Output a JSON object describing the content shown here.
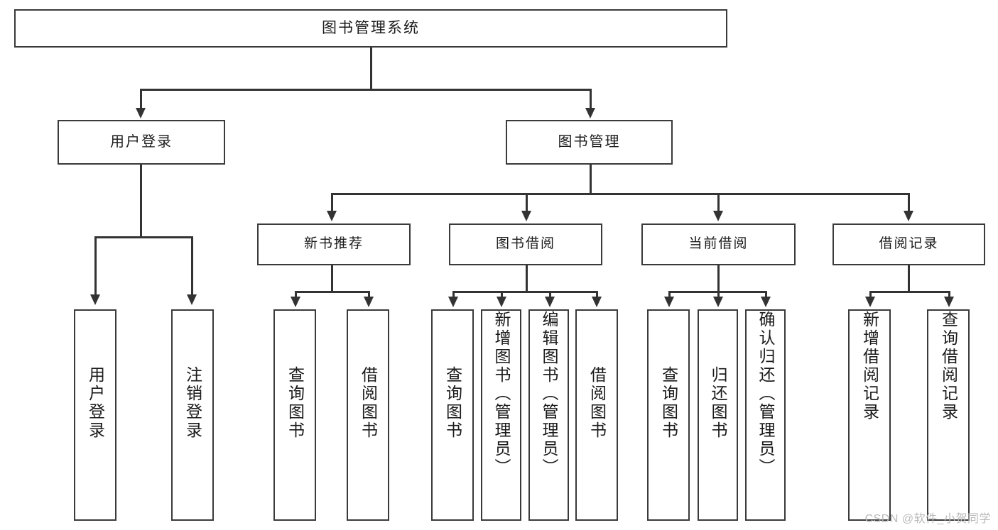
{
  "diagram": {
    "title": "图书管理系统",
    "type": "tree",
    "watermark": "CSDN @软件_小贺同学",
    "colors": {
      "box_border": "#3a3a3a",
      "connector": "#333333",
      "background": "#ffffff",
      "text": "#1a1a1a",
      "watermark": "#b9b9b9"
    }
  },
  "root": {
    "label": "图书管理系统"
  },
  "level1": [
    {
      "label": "用户登录"
    },
    {
      "label": "图书管理"
    }
  ],
  "level2": [
    {
      "label": "新书推荐"
    },
    {
      "label": "图书借阅"
    },
    {
      "label": "当前借阅"
    },
    {
      "label": "借阅记录"
    }
  ],
  "leaves": {
    "user_login": [
      {
        "label": "用户登录"
      },
      {
        "label": "注销登录"
      }
    ],
    "new_book_recommend": [
      {
        "label": "查询图书"
      },
      {
        "label": "借阅图书"
      }
    ],
    "book_borrow": [
      {
        "label": "查询图书"
      },
      {
        "label": "新增图书（管理员）"
      },
      {
        "label": "编辑图书（管理员）"
      },
      {
        "label": "借阅图书"
      }
    ],
    "current_borrow": [
      {
        "label": "查询图书"
      },
      {
        "label": "归还图书"
      },
      {
        "label": "确认归还（管理员）"
      }
    ],
    "borrow_record": [
      {
        "label": "新增借阅记录"
      },
      {
        "label": "查询借阅记录"
      }
    ]
  }
}
